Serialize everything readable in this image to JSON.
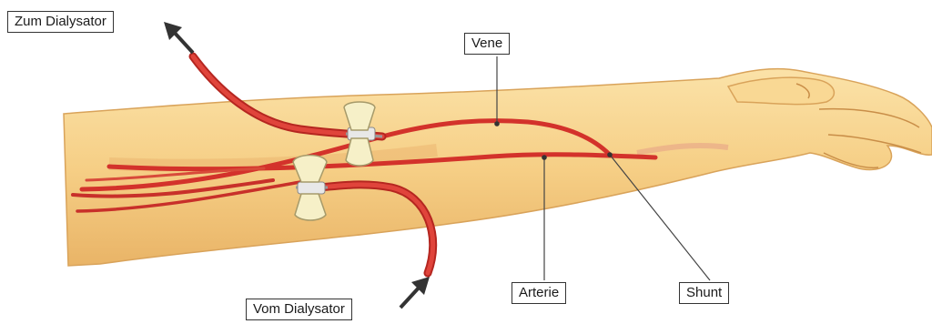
{
  "labels": {
    "to_dialyzer": "Zum Dialysator",
    "from_dialyzer": "Vom Dialysator",
    "vein": "Vene",
    "artery": "Arterie",
    "shunt": "Shunt"
  },
  "colors": {
    "skin": "#f6cf86",
    "skin_shadow": "#e2a95d",
    "vessel": "#d3322b",
    "tube": "#d9342d",
    "needle_wing": "#f6f0c8",
    "label_border": "#333333"
  }
}
